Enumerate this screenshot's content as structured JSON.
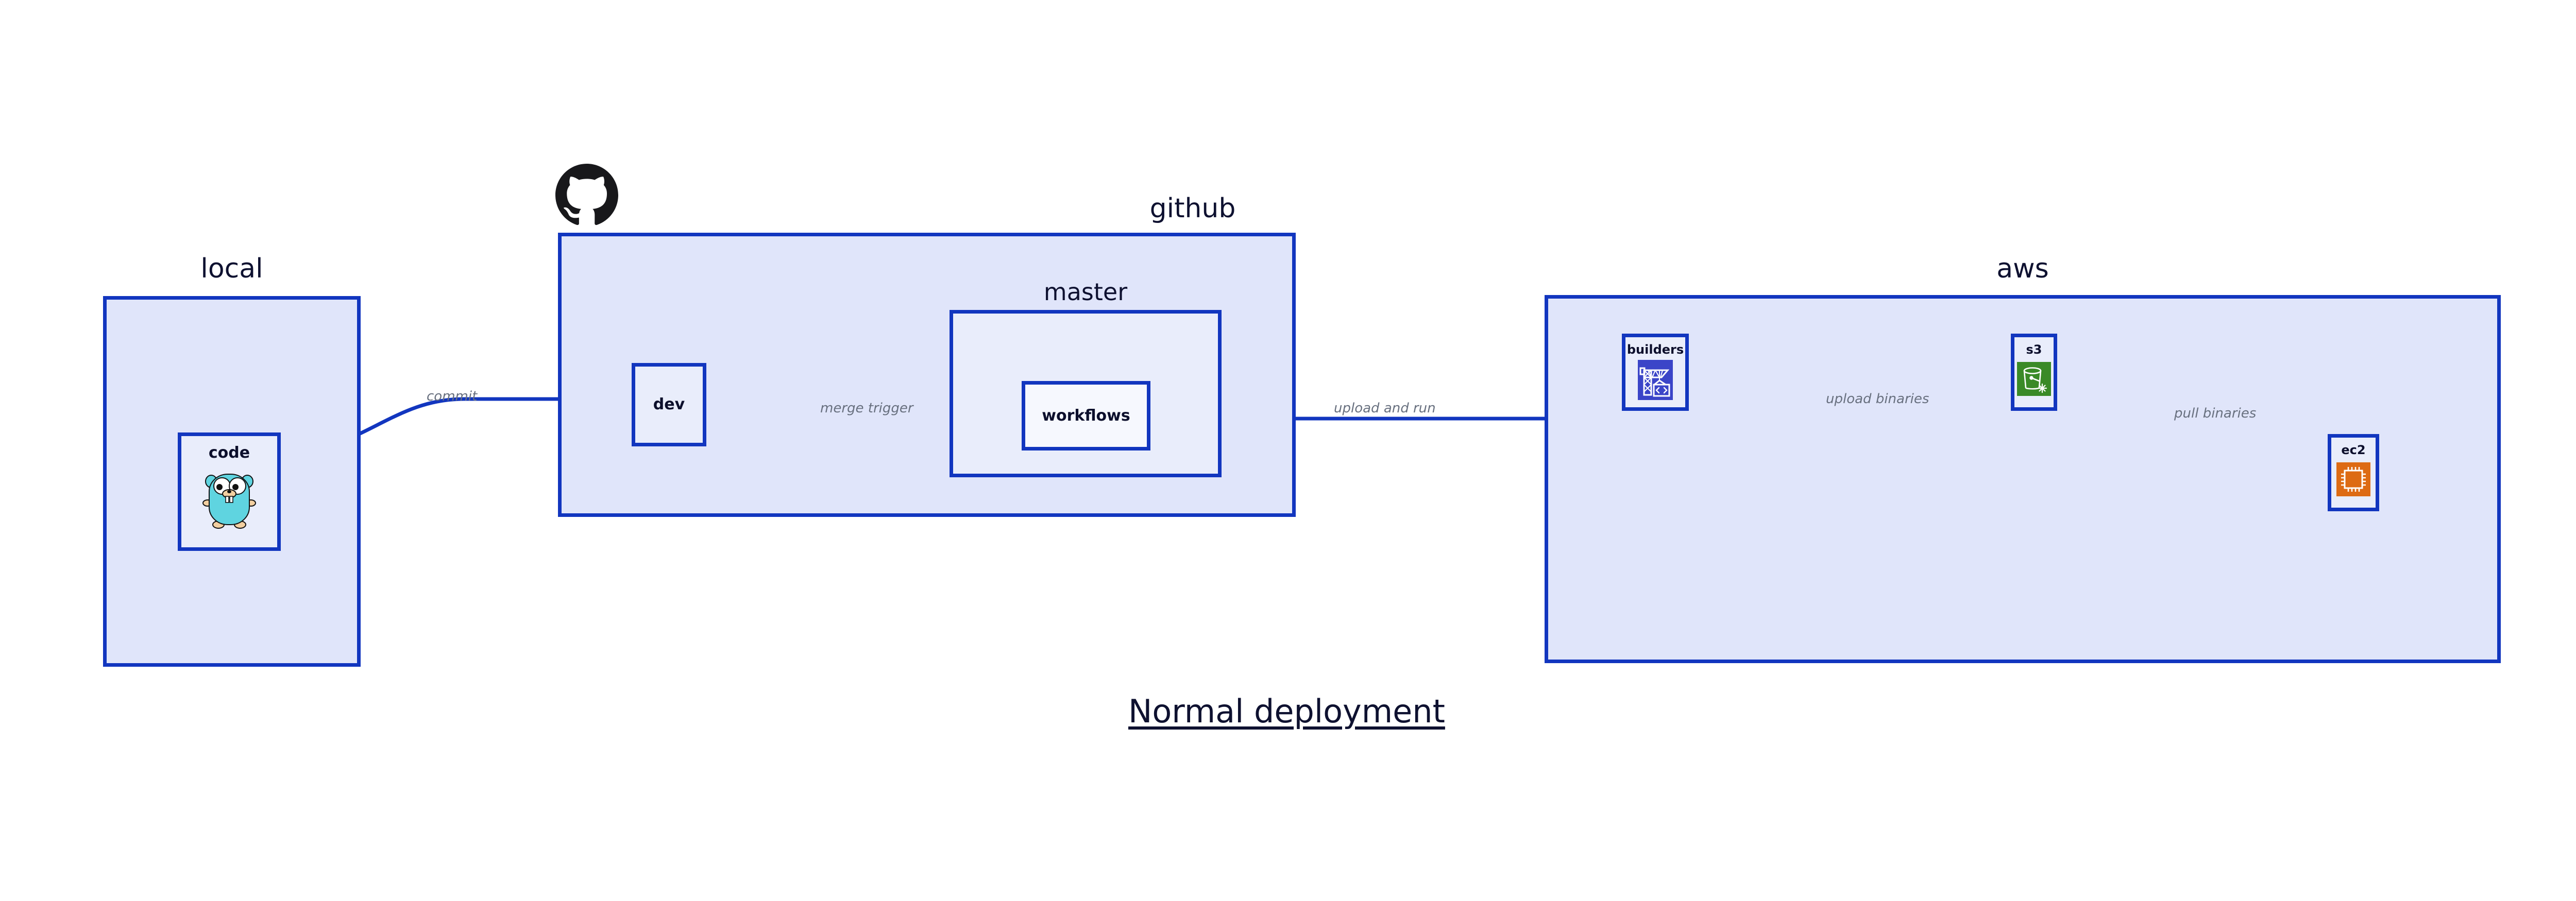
{
  "diagram": {
    "caption": "Normal deployment",
    "groups": [
      {
        "id": "local",
        "label": "local"
      },
      {
        "id": "github",
        "label": "github"
      },
      {
        "id": "master",
        "label": "master"
      },
      {
        "id": "aws",
        "label": "aws"
      }
    ],
    "nodes": [
      {
        "id": "code",
        "label": "code",
        "icon": "go-gopher-icon"
      },
      {
        "id": "dev",
        "label": "dev",
        "icon": "none"
      },
      {
        "id": "workflows",
        "label": "workflows",
        "icon": "none"
      },
      {
        "id": "builders",
        "label": "builders",
        "icon": "aws-codebuild-crane-icon"
      },
      {
        "id": "s3",
        "label": "s3",
        "icon": "aws-s3-bucket-icon"
      },
      {
        "id": "ec2",
        "label": "ec2",
        "icon": "aws-ec2-chip-icon"
      }
    ],
    "edges": [
      {
        "id": "commit",
        "from": "code",
        "to": "dev",
        "label": "commit"
      },
      {
        "id": "merge-trigger",
        "from": "dev",
        "to": "workflows",
        "label": "merge trigger"
      },
      {
        "id": "upload-and-run",
        "from": "workflows",
        "to": "builders",
        "label": "upload and run"
      },
      {
        "id": "upload-binaries",
        "from": "builders",
        "to": "s3",
        "label": "upload binaries"
      },
      {
        "id": "pull-binaries",
        "from": "s3",
        "to": "ec2",
        "label": "pull binaries"
      }
    ],
    "logo": {
      "name": "github-octocat-logo"
    },
    "colors": {
      "stroke": "#1236bf",
      "group_fill": "#e0e5fa",
      "node_fill": "#e9edfb",
      "node_fill_light": "#f6f8fe",
      "edge_label": "#68707f",
      "text": "#0e1130",
      "page_bg": "#ffffff",
      "builders_icon_bg": "#3b45c8",
      "s3_icon_bg": "#3a8a27",
      "ec2_icon_bg": "#dd6b14",
      "gopher_body": "#5fd4e0",
      "octocat": "#18181b"
    }
  }
}
